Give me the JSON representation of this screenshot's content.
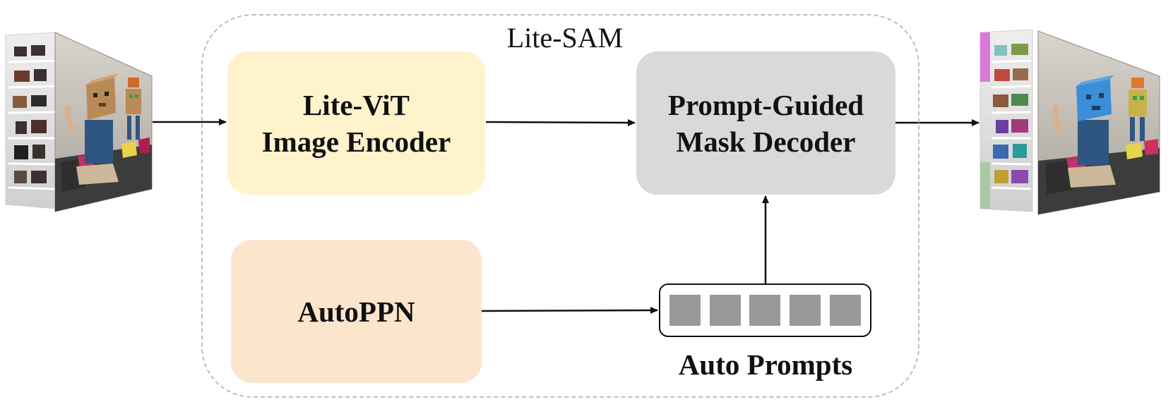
{
  "diagram": {
    "title": "Lite-SAM",
    "blocks": {
      "encoder": {
        "line1": "Lite-ViT",
        "line2": "Image Encoder",
        "color": "#fff3cc"
      },
      "decoder": {
        "line1": "Prompt-Guided",
        "line2": "Mask Decoder",
        "color": "#d9d9d9"
      },
      "autoppn": {
        "label": "AutoPPN",
        "color": "#fbe5cd"
      }
    },
    "prompts": {
      "label": "Auto Prompts",
      "token_count": 5,
      "token_color": "#999999"
    },
    "arrows": [
      {
        "from": "input-images",
        "to": "encoder"
      },
      {
        "from": "encoder",
        "to": "decoder"
      },
      {
        "from": "decoder",
        "to": "output-images"
      },
      {
        "from": "autoppn",
        "to": "prompts"
      },
      {
        "from": "prompts",
        "to": "decoder"
      }
    ],
    "images": {
      "input": "input-photo-stack",
      "output": "segmented-photo-stack"
    }
  }
}
